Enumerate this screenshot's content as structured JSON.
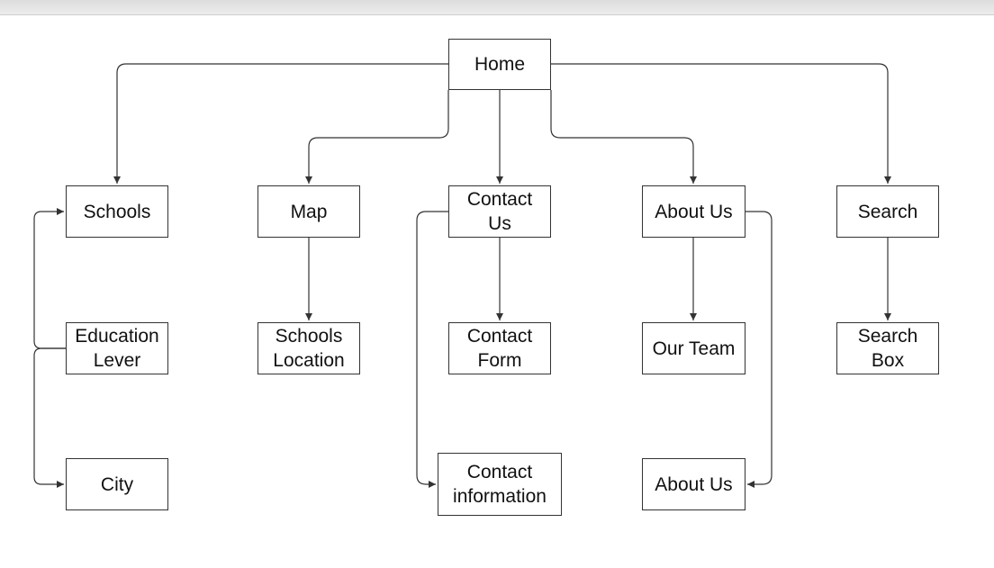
{
  "nodes": {
    "home": "Home",
    "schools": "Schools",
    "map": "Map",
    "contact_us": "Contact\nUs",
    "about_us": "About Us",
    "search": "Search",
    "education_lever": "Education\nLever",
    "schools_location": "Schools\nLocation",
    "contact_form": "Contact\nForm",
    "our_team": "Our Team",
    "search_box": "Search\nBox",
    "city": "City",
    "contact_information": "Contact\ninformation",
    "about_us_child": "About Us"
  },
  "colors": {
    "stroke": "#333333",
    "background": "#ffffff"
  }
}
